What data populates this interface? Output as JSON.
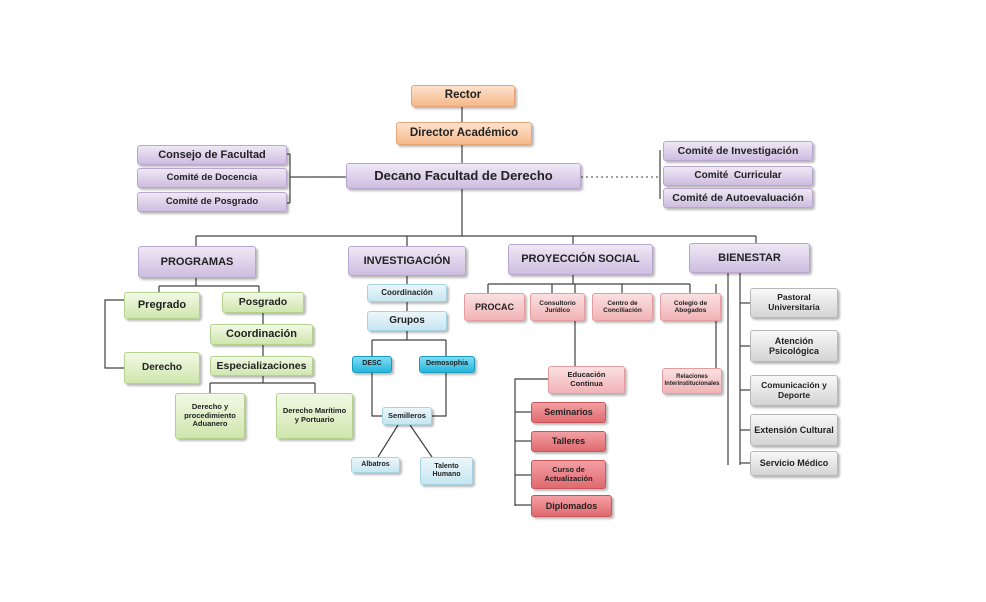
{
  "nodes": {
    "rector": "Rector",
    "director": "Director Académico",
    "decano": "Decano Facultad de Derecho",
    "consejo": "Consejo de Facultad",
    "comite_docencia": "Comité de Docencia",
    "comite_posgrado": "Comité de Posgrado",
    "comite_investigacion": "Comité de Investigación",
    "comite_curricular": "Comité  Curricular",
    "comite_autoevaluacion": "Comité de Autoevaluación",
    "programas": "PROGRAMAS",
    "investigacion": "INVESTIGACIÓN",
    "proyeccion": "PROYECCIÓN SOCIAL",
    "bienestar": "BIENESTAR",
    "pregrado": "Pregrado",
    "posgrado": "Posgrado",
    "derecho": "Derecho",
    "coordinacion_prog": "Coordinación",
    "especializaciones": "Especializaciones",
    "aduanero": "Derecho y procedimiento Aduanero",
    "maritimo": "Derecho Marítimo y Portuario",
    "coordinacion_inv": "Coordinación",
    "grupos": "Grupos",
    "desc": "DESC",
    "demosophia": "Demosophia",
    "semilleros": "Semilleros",
    "albatros": "Albatros",
    "talento": "Talento Humano",
    "procac": "PROCAC",
    "consultorio": "Consultorio Jurídico",
    "conciliacion": "Centro de Conciliación",
    "colegio": "Colegio de Abogados",
    "educacion": "Educación Continua",
    "relaciones": "Relaciones Interinstitucionales",
    "seminarios": "Seminarios",
    "talleres": "Talleres",
    "curso": "Curso de Actualización",
    "diplomados": "Diplomados",
    "pastoral": "Pastoral Universitaria",
    "atencion": "Atención Psicológica",
    "comunicacion": "Comunicación y Deporte",
    "extension": "Extensión Cultural",
    "servicio": "Servicio Médico"
  }
}
